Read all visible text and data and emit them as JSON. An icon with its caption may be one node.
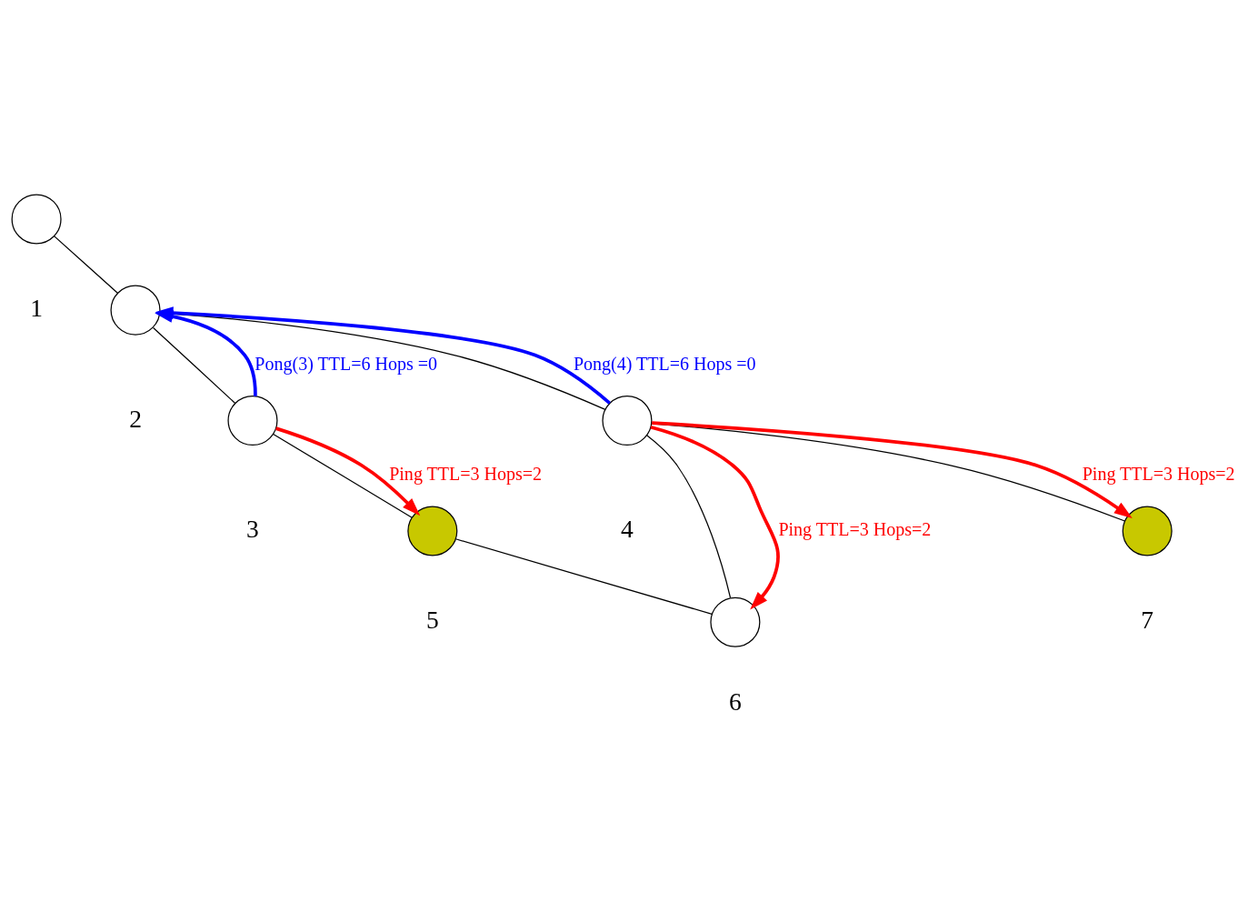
{
  "diagram": {
    "nodes": [
      {
        "text": [],
        "shape": "circle",
        "beside": [
          "1"
        ]
      },
      {
        "text": [],
        "shape": "circle",
        "beside": [
          "2"
        ]
      },
      {
        "text": [],
        "shape": "circle",
        "beside": [
          "3"
        ]
      },
      {
        "text": [],
        "shape": "circle",
        "beside": [
          "4"
        ]
      },
      {
        "text": [],
        "shape": "circle",
        "beside": [
          "5"
        ]
      },
      {
        "text": [],
        "shape": "circle",
        "beside": [
          "6"
        ]
      },
      {
        "text": [],
        "shape": "circle",
        "beside": [
          "7"
        ]
      }
    ],
    "edges": [
      {
        "from": 0,
        "to": 1,
        "arrow": "none"
      },
      {
        "from": 1,
        "to": 3,
        "arrow": "none"
      },
      {
        "from": 1,
        "to": 2,
        "arrow": "none"
      },
      {
        "from": 3,
        "to": 6,
        "arrow": "none"
      },
      {
        "from": 3,
        "to": 5,
        "arrow": "none"
      },
      {
        "from": 2,
        "to": 4,
        "arrow": "none"
      },
      {
        "from": 4,
        "to": 5,
        "arrow": "none"
      },
      {
        "from": 3,
        "to": 1,
        "arrow": "to",
        "label": "Pong(4) TTL=6 Hops =0",
        "style": "thick",
        "color": "#0000ff"
      },
      {
        "from": 2,
        "to": 1,
        "arrow": "to",
        "label": "Pong(3) TTL=6 Hops =0",
        "style": "thick",
        "color": "#0000ff"
      },
      {
        "from": 3,
        "to": 6,
        "arrow": "to",
        "label": "Ping TTL=3 Hops=2",
        "style": "thick",
        "color": "#ff0000"
      },
      {
        "from": 3,
        "to": 5,
        "arrow": "to",
        "label": "Ping TTL=3 Hops=2",
        "style": "thick",
        "color": "#ff0000"
      },
      {
        "from": 2,
        "to": 4,
        "arrow": "to",
        "label": "Ping TTL=3 Hops=2",
        "style": "thick",
        "color": "#ff0000"
      }
    ]
  }
}
